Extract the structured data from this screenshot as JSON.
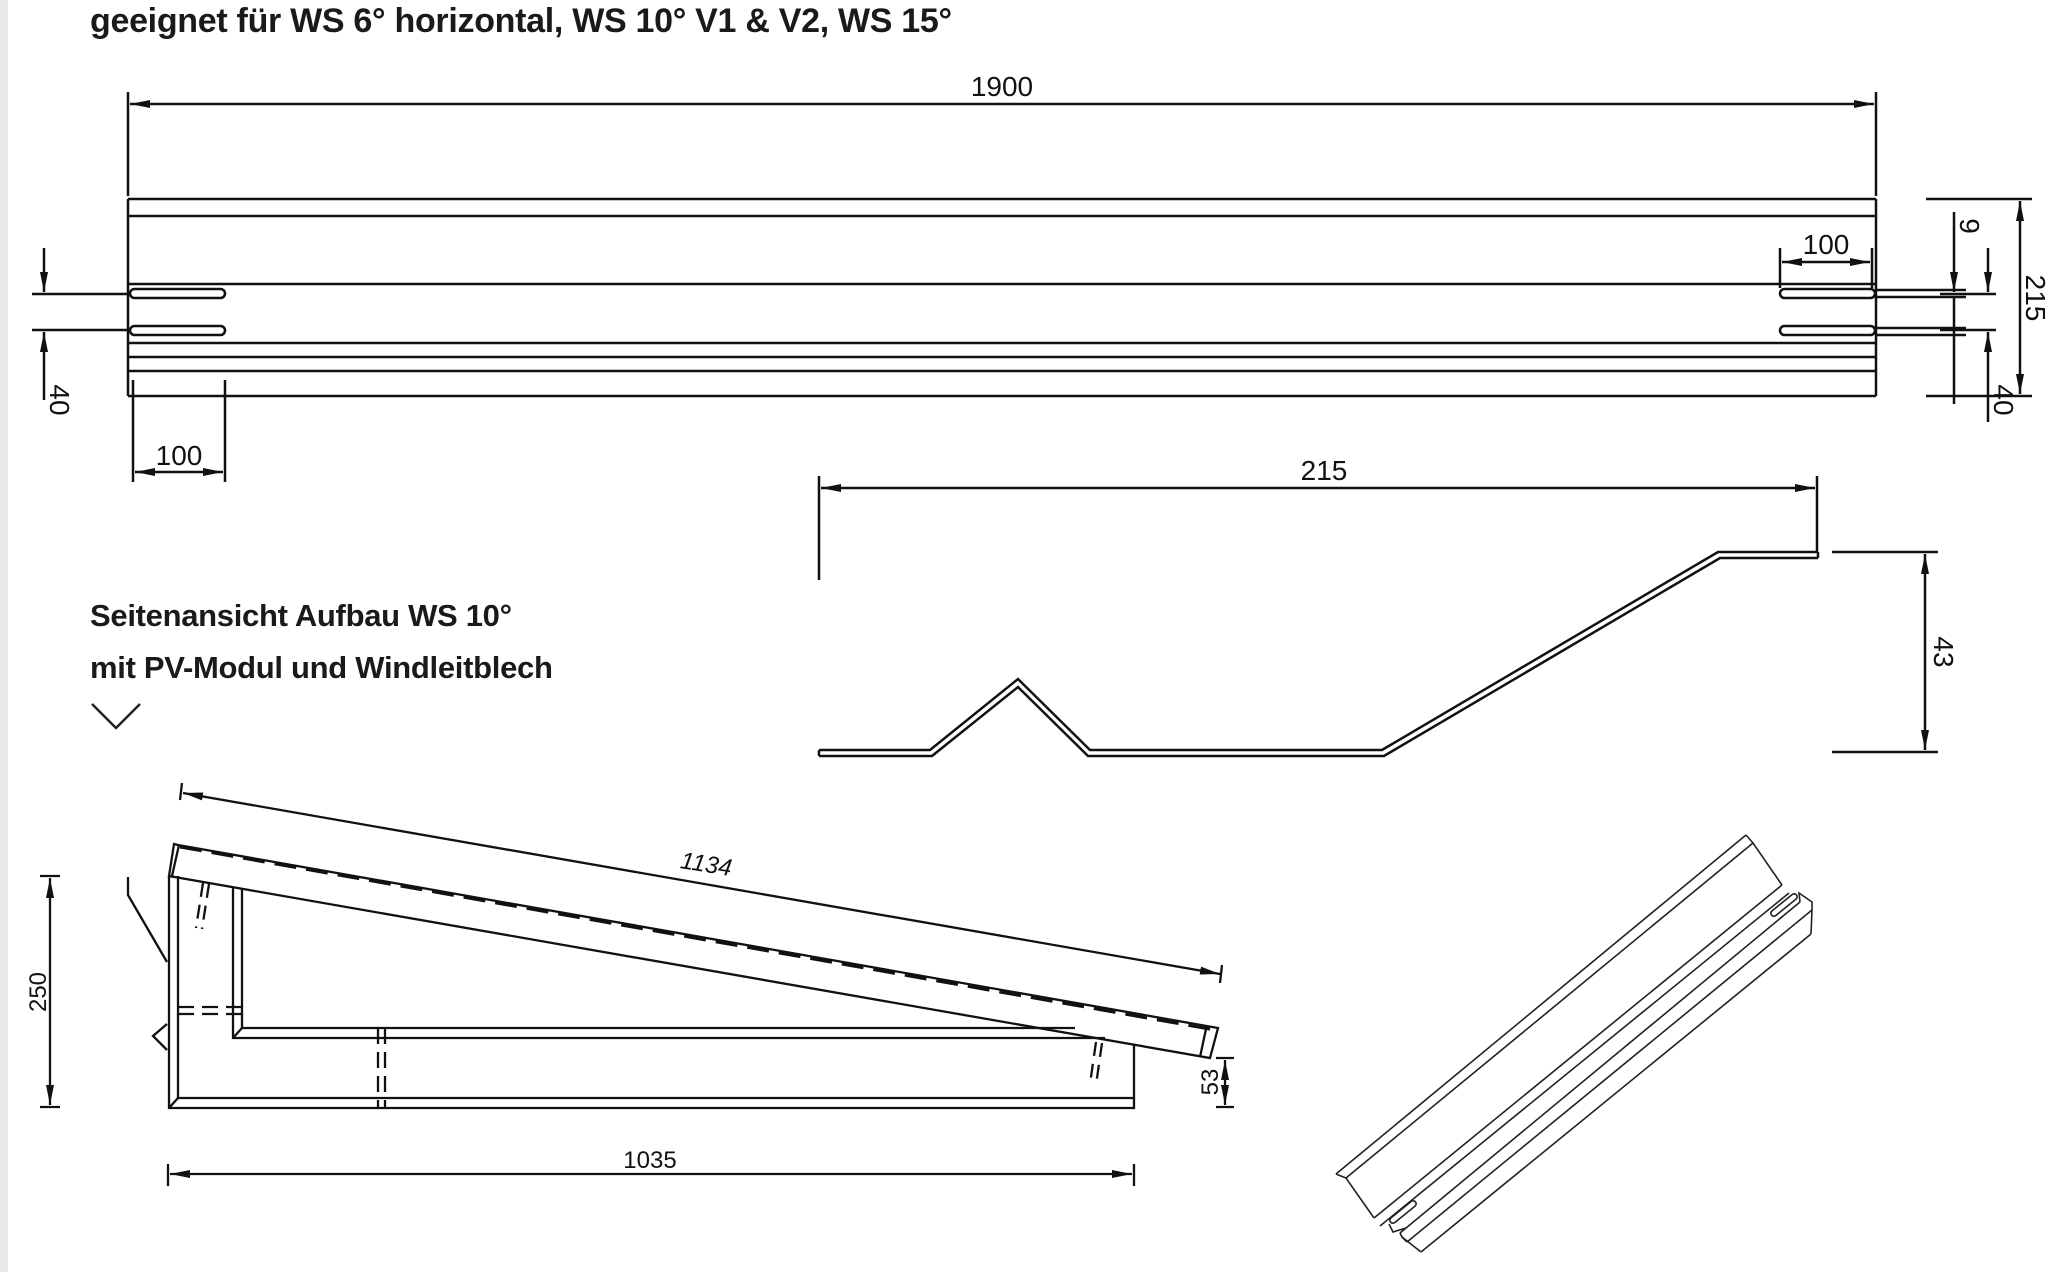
{
  "headings": {
    "suitability": "geeignet für WS 6° horizontal, WS 10° V1 & V2, WS 15°",
    "side_view_line1": "Seitenansicht Aufbau WS 10°",
    "side_view_line2": "mit PV-Modul und Windleitblech"
  },
  "icons": {
    "expand": "chevron-down-icon"
  },
  "top_view": {
    "length": "1900",
    "slot_length_left": "100",
    "slot_length_right": "100",
    "slot_spacing_left": "40",
    "slot_spacing_right": "40",
    "slot_width": "9",
    "total_width": "215"
  },
  "profile_view": {
    "width": "215",
    "height": "43"
  },
  "side_view": {
    "module_length": "1134",
    "height": "250",
    "base_length": "1035",
    "low_height": "53"
  },
  "colors": {
    "line": "#111111",
    "background": "#ffffff",
    "strip": "#e8e8e8"
  }
}
